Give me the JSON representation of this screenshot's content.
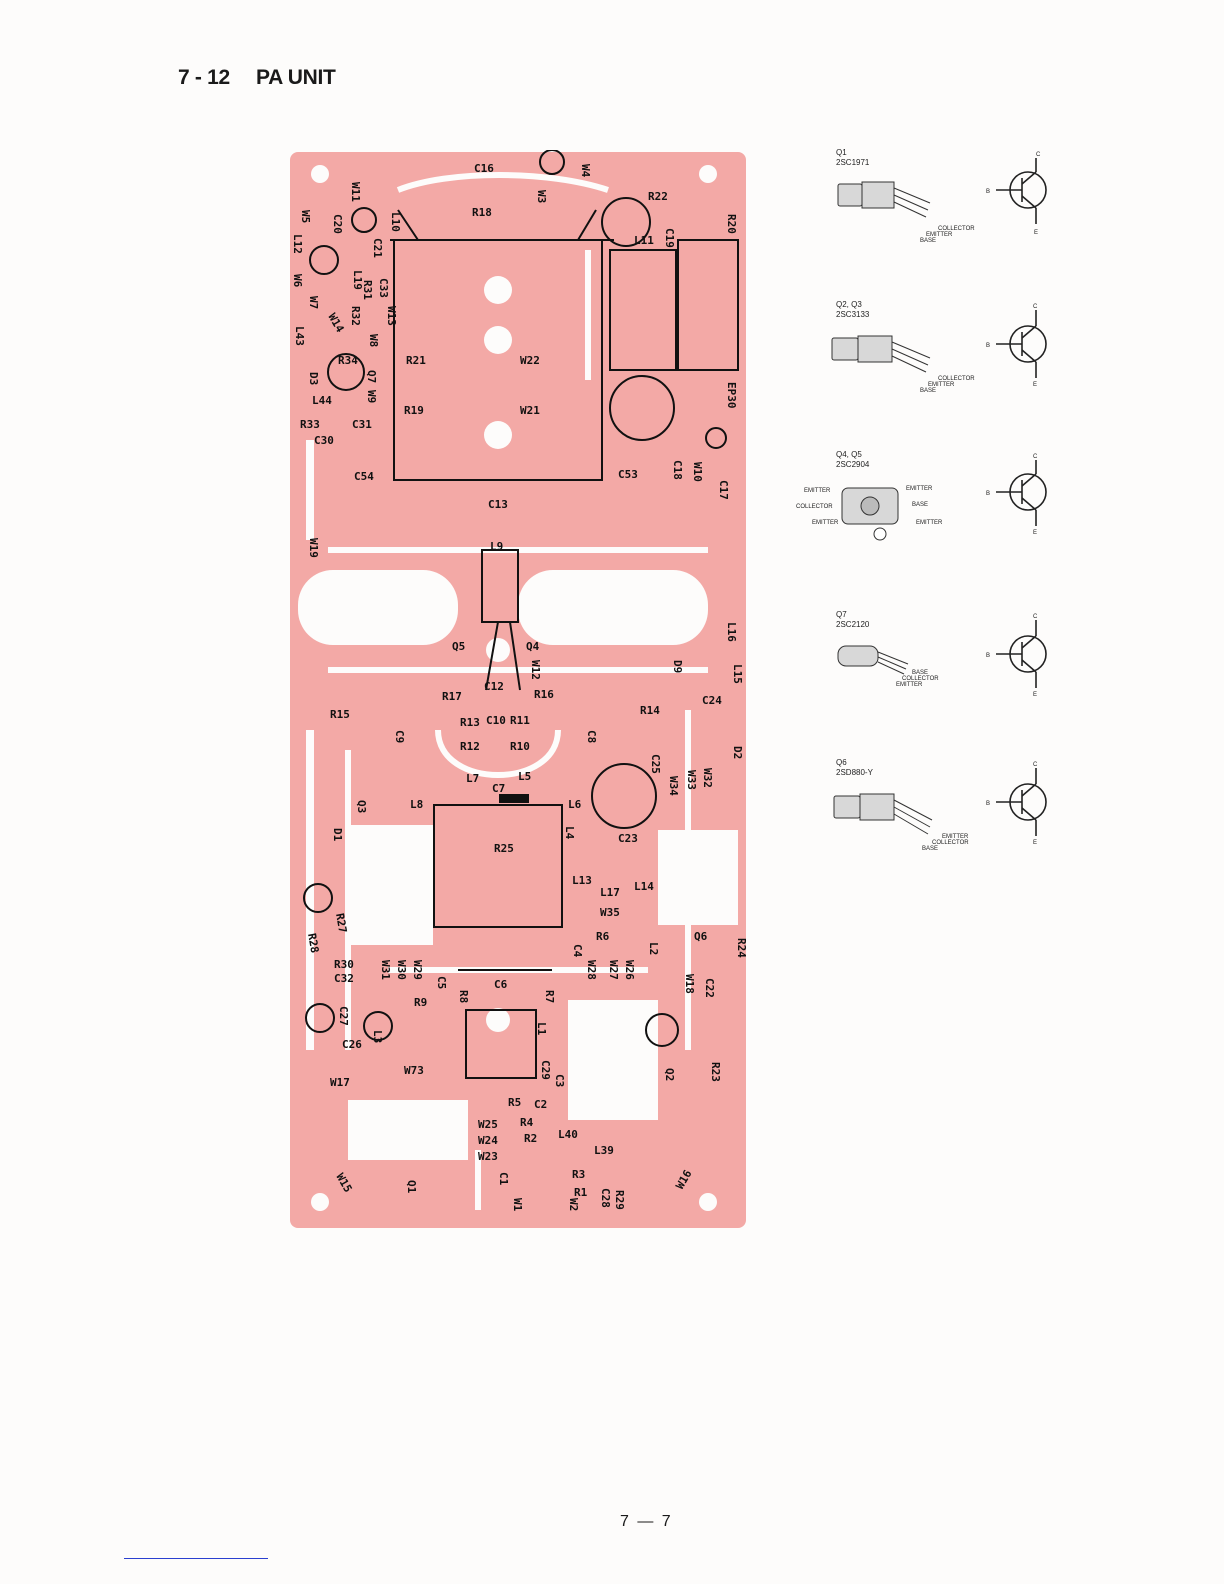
{
  "section": {
    "number": "7 - 12",
    "title": "PA UNIT"
  },
  "board_labels": [
    "C16",
    "W3",
    "W4",
    "R18",
    "R22",
    "W11",
    "W5",
    "C20",
    "L10",
    "C21",
    "L12",
    "C19",
    "R20",
    "L11",
    "W6",
    "L19",
    "R31",
    "C33",
    "W13",
    "W7",
    "R32",
    "W14",
    "L43",
    "W8",
    "R34",
    "R21",
    "W22",
    "Q7",
    "D3",
    "W9",
    "L44",
    "R19",
    "W21",
    "EP30",
    "R33",
    "C31",
    "C30",
    "C18",
    "W10",
    "C54",
    "C53",
    "C17",
    "C13",
    "W19",
    "L9",
    "Q5",
    "Q4",
    "L16",
    "D9",
    "W12",
    "C12",
    "L15",
    "R17",
    "R16",
    "C24",
    "R15",
    "R13",
    "C10",
    "R11",
    "R14",
    "C9",
    "R12",
    "R10",
    "C8",
    "D2",
    "C25",
    "W32",
    "W33",
    "W34",
    "L7",
    "C7",
    "L5",
    "Q3",
    "L8",
    "L6",
    "L4",
    "D1",
    "C23",
    "R25",
    "L13",
    "L14",
    "L17",
    "W35",
    "R27",
    "R6",
    "Q6",
    "R28",
    "C4",
    "L2",
    "R30",
    "W31",
    "W30",
    "W29",
    "W28",
    "W27",
    "W26",
    "C32",
    "C5",
    "R24",
    "C22",
    "W18",
    "C6",
    "C27",
    "R9",
    "R8",
    "R7",
    "L1",
    "L3",
    "C26",
    "W73",
    "C29",
    "C3",
    "Q2",
    "R23",
    "W17",
    "R5",
    "C2",
    "W25",
    "R4",
    "W24",
    "R2",
    "L40",
    "W23",
    "L39",
    "R3",
    "W15",
    "Q1",
    "R1",
    "C28",
    "R29",
    "W16",
    "C1",
    "W1",
    "W2"
  ],
  "pinouts": [
    {
      "ref": "Q1",
      "part": "2SC1971",
      "pins": [
        "COLLECTOR",
        "EMITTER",
        "BASE"
      ],
      "symbol": {
        "b": "B",
        "c": "C",
        "e": "E"
      }
    },
    {
      "ref": "Q2, Q3",
      "part": "2SC3133",
      "pins": [
        "COLLECTOR",
        "EMITTER",
        "BASE"
      ],
      "symbol": {
        "b": "B",
        "c": "C",
        "e": "E"
      }
    },
    {
      "ref": "Q4, Q5",
      "part": "2SC2904",
      "pins": [
        "EMITTER",
        "EMITTER",
        "COLLECTOR",
        "BASE",
        "EMITTER",
        "EMITTER"
      ],
      "symbol": {
        "b": "B",
        "c": "C",
        "e": "E"
      }
    },
    {
      "ref": "Q7",
      "part": "2SC2120",
      "pins": [
        "BASE",
        "COLLECTOR",
        "EMITTER"
      ],
      "symbol": {
        "b": "B",
        "c": "C",
        "e": "E"
      }
    },
    {
      "ref": "Q6",
      "part": "2SD880-Y",
      "pins": [
        "EMITTER",
        "COLLECTOR",
        "BASE"
      ],
      "symbol": {
        "b": "B",
        "c": "C",
        "e": "E"
      }
    }
  ],
  "page_number": "7 — 7"
}
